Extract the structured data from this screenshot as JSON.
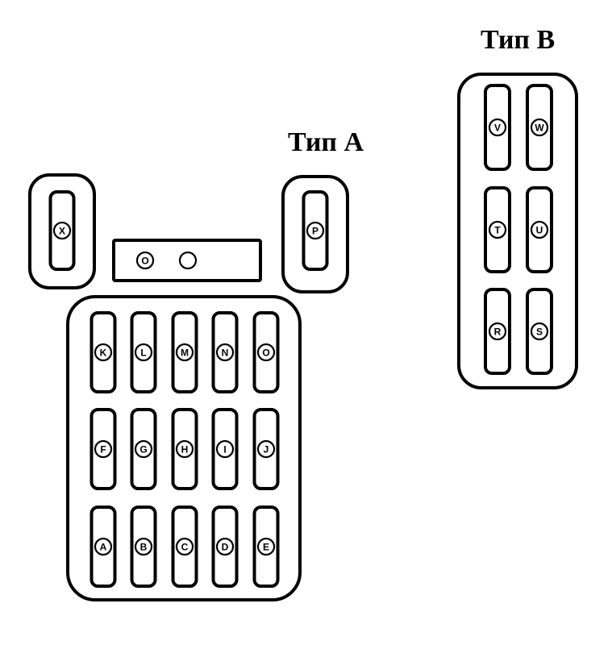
{
  "labels": {
    "type_a": "Тип А",
    "type_b": "Тип В"
  },
  "type_a": {
    "main_rows": [
      [
        "K",
        "L",
        "M",
        "N",
        "O"
      ],
      [
        "F",
        "G",
        "H",
        "I",
        "J"
      ],
      [
        "A",
        "B",
        "C",
        "D",
        "E"
      ]
    ],
    "left_single": "X",
    "right_single": "P",
    "center_pin": "O"
  },
  "type_b": {
    "rows": [
      [
        "V",
        "W"
      ],
      [
        "T",
        "U"
      ],
      [
        "R",
        "S"
      ]
    ]
  }
}
